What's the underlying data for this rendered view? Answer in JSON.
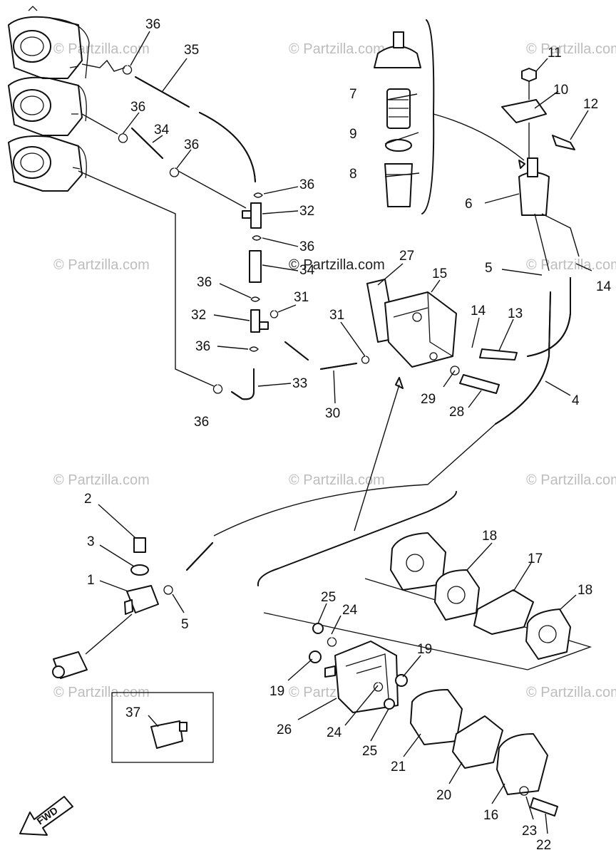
{
  "watermark": "© Partzilla.com",
  "fwd_label": "FWD",
  "callouts": [
    {
      "id": "c36a",
      "text": "36"
    },
    {
      "id": "c35",
      "text": "35"
    },
    {
      "id": "c36b",
      "text": "36"
    },
    {
      "id": "c34a",
      "text": "34"
    },
    {
      "id": "c36c",
      "text": "36"
    },
    {
      "id": "c36d",
      "text": "36"
    },
    {
      "id": "c32a",
      "text": "32"
    },
    {
      "id": "c36e",
      "text": "36"
    },
    {
      "id": "c34b",
      "text": "34"
    },
    {
      "id": "c36f",
      "text": "36"
    },
    {
      "id": "c31a",
      "text": "31"
    },
    {
      "id": "c32b",
      "text": "32"
    },
    {
      "id": "c36g",
      "text": "36"
    },
    {
      "id": "c33",
      "text": "33"
    },
    {
      "id": "c36h",
      "text": "36"
    },
    {
      "id": "c31b",
      "text": "31"
    },
    {
      "id": "c30",
      "text": "30"
    },
    {
      "id": "c27",
      "text": "27"
    },
    {
      "id": "c15",
      "text": "15"
    },
    {
      "id": "c14a",
      "text": "14"
    },
    {
      "id": "c13",
      "text": "13"
    },
    {
      "id": "c29",
      "text": "29"
    },
    {
      "id": "c28",
      "text": "28"
    },
    {
      "id": "c7",
      "text": "7"
    },
    {
      "id": "c9",
      "text": "9"
    },
    {
      "id": "c8",
      "text": "8"
    },
    {
      "id": "c11",
      "text": "11"
    },
    {
      "id": "c10",
      "text": "10"
    },
    {
      "id": "c12",
      "text": "12"
    },
    {
      "id": "c6",
      "text": "6"
    },
    {
      "id": "c5a",
      "text": "5"
    },
    {
      "id": "c14b",
      "text": "14"
    },
    {
      "id": "c4",
      "text": "4"
    },
    {
      "id": "c2",
      "text": "2"
    },
    {
      "id": "c3",
      "text": "3"
    },
    {
      "id": "c1",
      "text": "1"
    },
    {
      "id": "c5b",
      "text": "5"
    },
    {
      "id": "c37",
      "text": "37"
    },
    {
      "id": "c18a",
      "text": "18"
    },
    {
      "id": "c17",
      "text": "17"
    },
    {
      "id": "c18b",
      "text": "18"
    },
    {
      "id": "c25a",
      "text": "25"
    },
    {
      "id": "c24a",
      "text": "24"
    },
    {
      "id": "c19a",
      "text": "19"
    },
    {
      "id": "c19b",
      "text": "19"
    },
    {
      "id": "c26",
      "text": "26"
    },
    {
      "id": "c24b",
      "text": "24"
    },
    {
      "id": "c25b",
      "text": "25"
    },
    {
      "id": "c21",
      "text": "21"
    },
    {
      "id": "c20",
      "text": "20"
    },
    {
      "id": "c16",
      "text": "16"
    },
    {
      "id": "c23",
      "text": "23"
    },
    {
      "id": "c22",
      "text": "22"
    }
  ]
}
